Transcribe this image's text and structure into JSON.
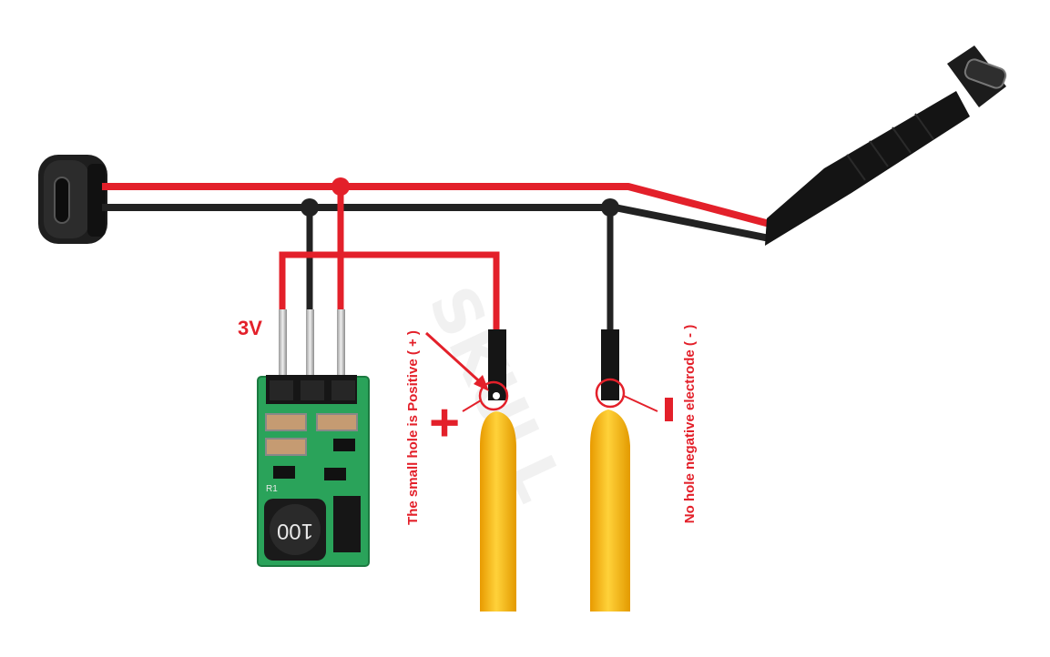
{
  "labels": {
    "voltage": "3V",
    "positive_note": "The small hole is Positive ( + )",
    "negative_note": "No hole negative electrode ( - )",
    "plus_sign": "+",
    "minus_sign": "-",
    "inductor_marking": "100",
    "resistor_marking": "R1"
  },
  "colors": {
    "positive_wire": "#e3202a",
    "negative_wire": "#222222",
    "filament": "#f5b800",
    "pcb": "#2aa35a",
    "connector": "#1b1b1b",
    "annotation": "#e3202a"
  },
  "icons": [
    "usb-c-socket-icon",
    "usb-c-plug-icon"
  ]
}
